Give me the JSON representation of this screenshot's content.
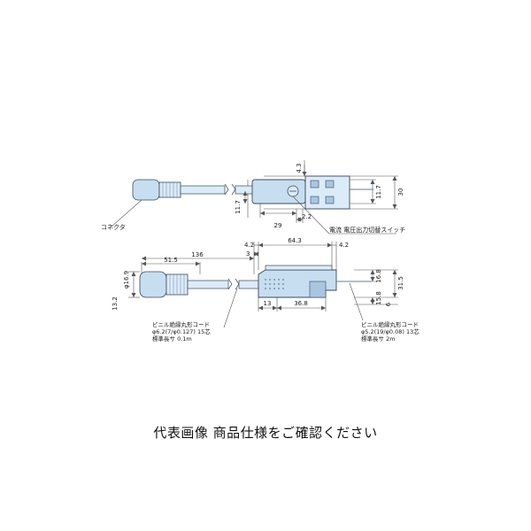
{
  "colors": {
    "body": "#c7def1",
    "body_light": "#dcebf8",
    "body_dark": "#a9c6e0",
    "outline": "#3a4a5a",
    "dim": "#555555"
  },
  "top_view": {
    "dims": {
      "d_4_3": "4.3",
      "d_11_7_right": "11.7",
      "d_30": "30",
      "d_11_7_left": "11.7",
      "d_29": "29",
      "d_2_2": "2.2"
    },
    "labels": {
      "connector": "コネクタ",
      "switch": "電流 電圧出力切替スイッチ"
    }
  },
  "side_view": {
    "dims": {
      "d_4_2_left": "4.2",
      "d_64_3": "64.3",
      "d_4_2_right": "4.2",
      "d_3": "3",
      "d_136": "136",
      "d_51_5": "51.5",
      "d_phi_16_9": "φ16.9",
      "d_13_2": "13.2",
      "d_16_8": "16.8",
      "d_31_5": "31.5",
      "d_15_8": "15.8",
      "d_6": "6",
      "d_13": "13",
      "d_36_8": "36.8"
    },
    "cord_left": {
      "line1": "ビニル絶縁丸形コード",
      "line2": "φ6.2(7/φ0.127) 15芯",
      "line3": "標準長サ 0.1m"
    },
    "cord_right": {
      "line1": "ビニル絶縁丸形コード",
      "line2": "φ5.2(19/φ0.08) 13芯",
      "line3": "標準長サ 2m"
    }
  },
  "caption": "代表画像 商品仕様をご確認ください"
}
